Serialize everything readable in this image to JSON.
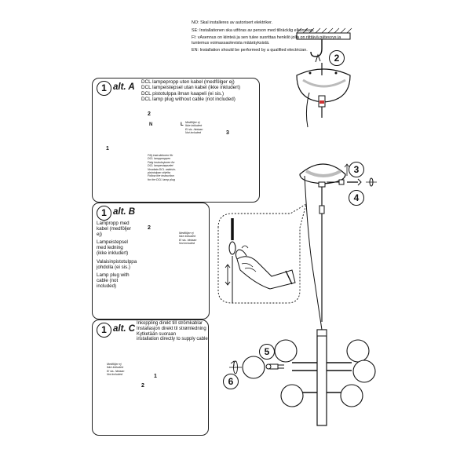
{
  "notice": {
    "no": "NO: Skal installeres av autorisert elektriker.",
    "se": "SE: Installationen ska utföras av person med tillräcklig elkunskap.",
    "fi": "FI: vAsennus on kiinteä ja sen tulee suorittaa henkilö jolla on riittävä pätevyys ja tuntemus voimassaolevista määräyksistä.",
    "en": "EN: Installation should be performed by a qualified electrician."
  },
  "panel_a": {
    "number": "1",
    "label": "alt. A",
    "lines": [
      "DCL lampepropp uten kabel (medfölger ej)",
      "DCL lampeistepsel utan kabel (ikke inkludert)",
      "DCL  pistotulppa ilman kaapeli (ei sis.)",
      "DCL lamp plug without cable (not included)"
    ],
    "step_1": "1",
    "step_2": "2",
    "step_3": "3",
    "terminal_n": "N",
    "terminal_l": "L",
    "not_included": [
      "Medföljer ej",
      "Ikke inkludert",
      "Ei sis. hintaan",
      "Not included"
    ],
    "dcl_notes": [
      "Följ instruktionen för",
      "DCL lampproppen",
      "Følg instruksjonen for",
      "DCL lampestøpselet",
      "Noudata DCL valaisin-",
      "pistotulpan ohjeita",
      "Follow the instruction",
      "for the DCL lamp plug"
    ]
  },
  "panel_b": {
    "number": "1",
    "label": "alt. B",
    "step_2": "2",
    "desc": [
      "Lampropp med kabel (medföljer ej)",
      "Lampeistepsel med ledning (ikke inkludert)",
      "Valaisinpistotulppa johdolla (ei sis.)",
      "Lamp plug with cable (not included)"
    ],
    "not_included": [
      "Medföljer ej",
      "Ikke inkludert",
      "Ei sis. hintaan",
      "Not included"
    ]
  },
  "panel_c": {
    "number": "1",
    "label": "alt. C",
    "lines": [
      "Inkoppling direkt till strömkablar",
      "Installasjon direkt til strømledning",
      "Kytketään suoraan",
      "installation directly to supply cable"
    ],
    "step_1": "1",
    "step_2": "2",
    "not_included": [
      "Medföljer ej",
      "Ikke inkludert",
      "Ei sis. hintaan",
      "Not included"
    ]
  },
  "steps": {
    "s2": "2",
    "s3": "3",
    "s4": "4",
    "s5": "5",
    "s6": "6"
  },
  "colors": {
    "ink": "#111111",
    "shade": "#bfbfbf",
    "wire": "#333333"
  }
}
